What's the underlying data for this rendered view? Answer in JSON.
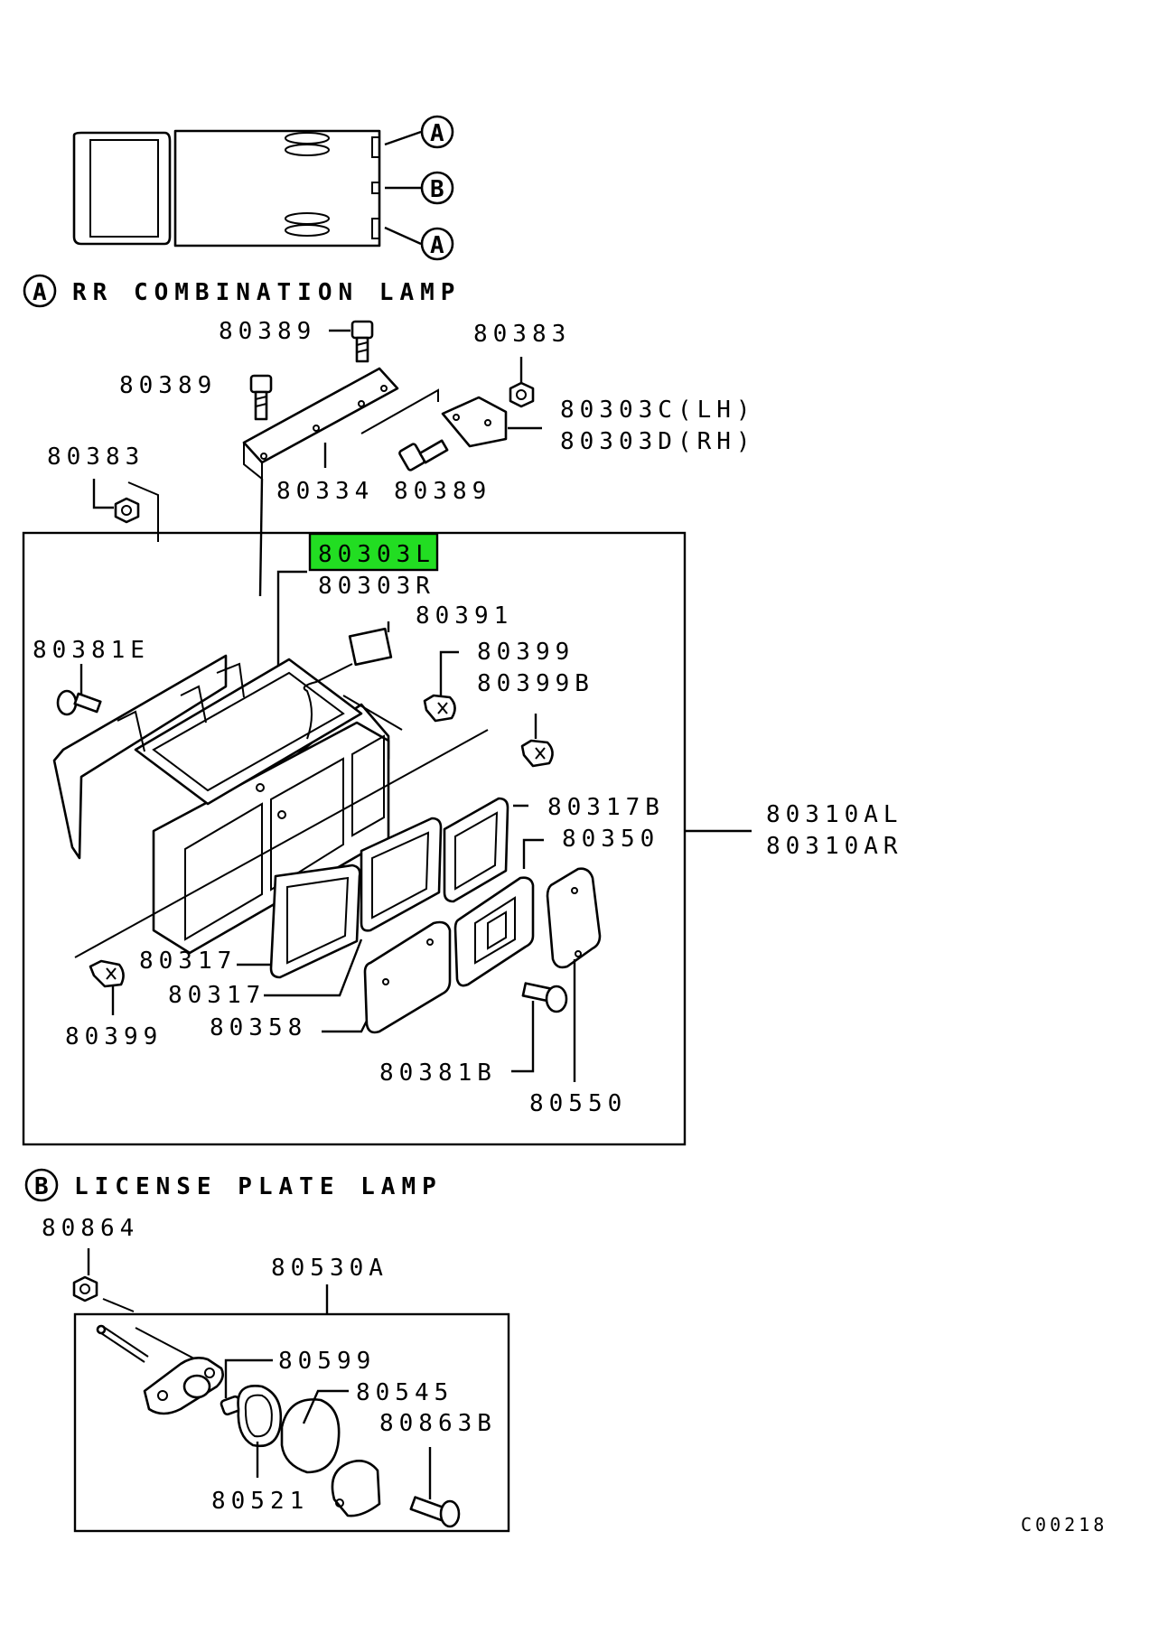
{
  "diagram": {
    "code": "C00218",
    "accent_color": "#22dd22",
    "callouts": {
      "a": "A",
      "b": "B"
    },
    "sections": [
      {
        "marker": "A",
        "title": "RR COMBINATION LAMP"
      },
      {
        "marker": "B",
        "title": "LICENSE PLATE LAMP"
      }
    ],
    "parts": {
      "p80389_top": "80389",
      "p80389_left": "80389",
      "p80383_right": "80383",
      "p80303c": "80303C(LH)",
      "p80303d": "80303D(RH)",
      "p80383_left": "80383",
      "p80334": "80334",
      "p80389_bottom": "80389",
      "p80303l": "80303L",
      "p80303r": "80303R",
      "p80391": "80391",
      "p80381e": "80381E",
      "p80399_top": "80399",
      "p80399b": "80399B",
      "p80317b": "80317B",
      "p80350": "80350",
      "p80310al": "80310AL",
      "p80310ar": "80310AR",
      "p80317_a": "80317",
      "p80317_b": "80317",
      "p80358": "80358",
      "p80399_bottom": "80399",
      "p80381b": "80381B",
      "p80550": "80550",
      "p80864": "80864",
      "p80530a": "80530A",
      "p80599": "80599",
      "p80545": "80545",
      "p80863b": "80863B",
      "p80521": "80521"
    }
  }
}
